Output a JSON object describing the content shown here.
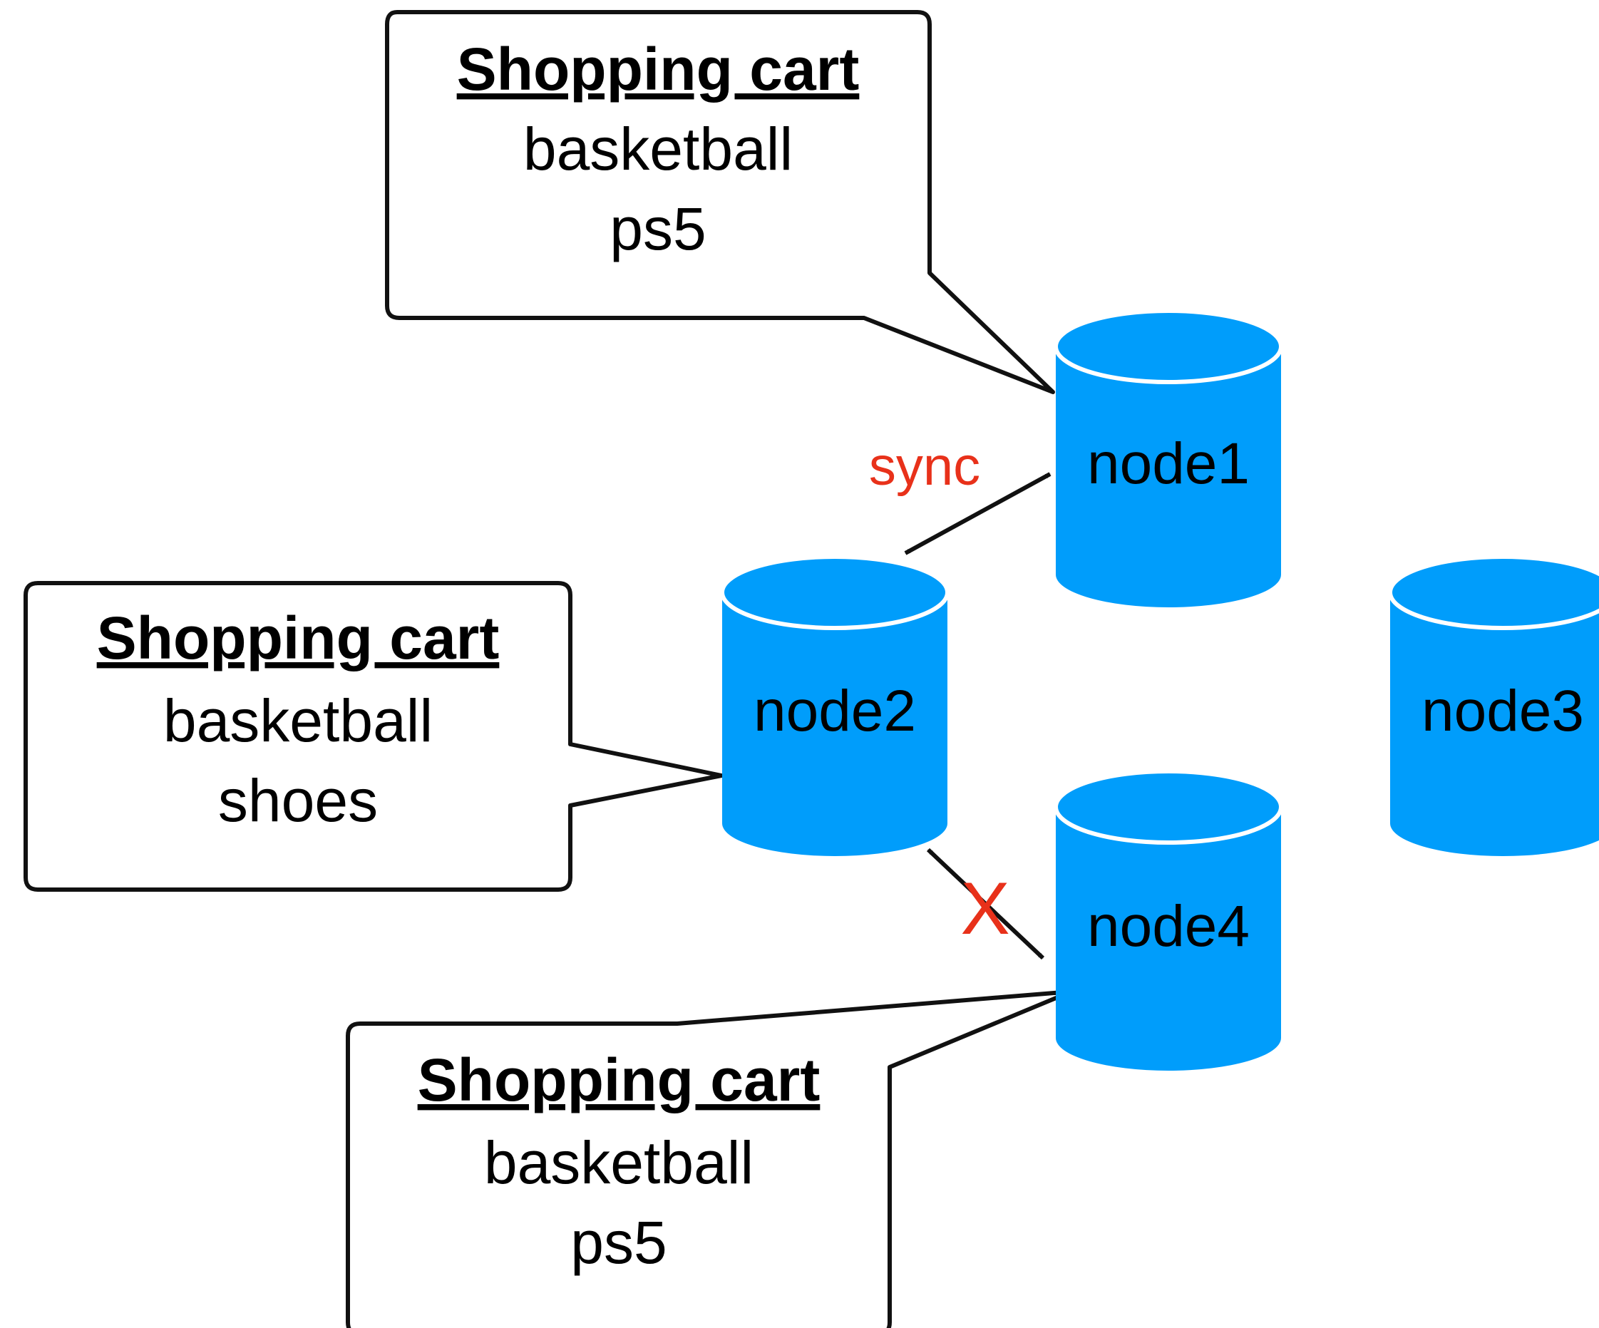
{
  "colors": {
    "node_fill": "#009dfb",
    "node_rim": "#ffffff",
    "stroke": "#111111",
    "accent_red": "#e8311a"
  },
  "nodes": [
    {
      "id": "node1",
      "label": "node1"
    },
    {
      "id": "node2",
      "label": "node2"
    },
    {
      "id": "node3",
      "label": "node3"
    },
    {
      "id": "node4",
      "label": "node4"
    }
  ],
  "edges": [
    {
      "from": "node1",
      "to": "node2",
      "label": "sync",
      "status": "connected"
    },
    {
      "from": "node2",
      "to": "node4",
      "label": "X",
      "status": "broken"
    }
  ],
  "callouts": [
    {
      "attached_to": "node1",
      "title": "Shopping cart",
      "items": [
        "basketball",
        "ps5"
      ]
    },
    {
      "attached_to": "node2",
      "title": "Shopping cart",
      "items": [
        "basketball",
        "shoes"
      ]
    },
    {
      "attached_to": "node4",
      "title": "Shopping cart",
      "items": [
        "basketball",
        "ps5"
      ]
    }
  ]
}
